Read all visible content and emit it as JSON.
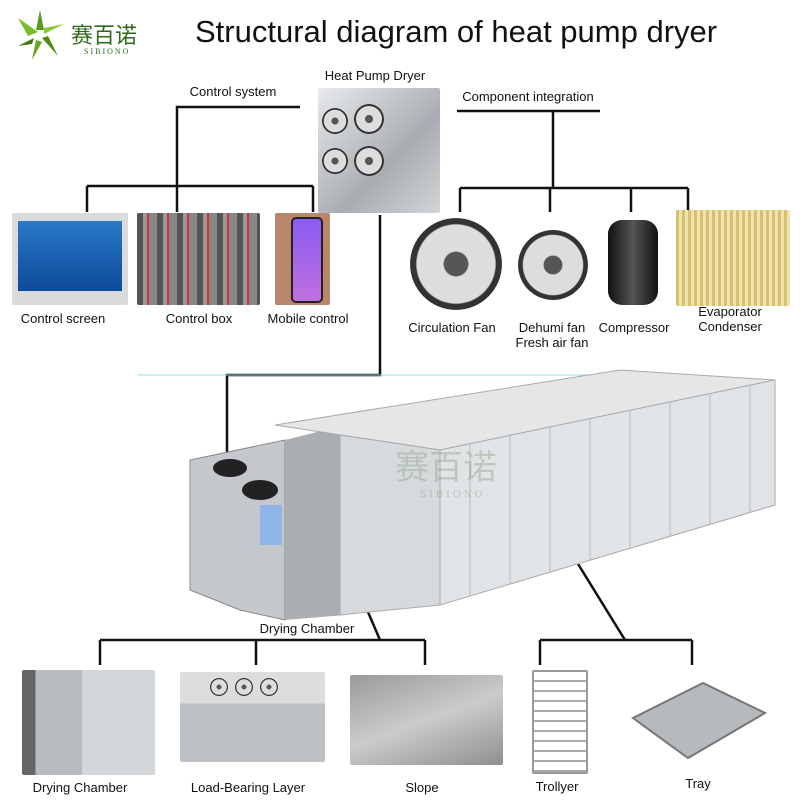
{
  "logo": {
    "brand_cn": "赛百诺",
    "brand_en": "SIBIONO",
    "color": "#5a9a1e"
  },
  "title": "Structural diagram of heat pump dryer",
  "top": {
    "heat_pump_label": "Heat  Pump Dryer",
    "control_system_label": "Control system",
    "component_integration_label": "Component integration"
  },
  "control_items": [
    {
      "label": "Control screen"
    },
    {
      "label": "Control box"
    },
    {
      "label": "Mobile control"
    }
  ],
  "components": [
    {
      "label": "Circulation Fan"
    },
    {
      "label": "Dehumi fan\nFresh air fan"
    },
    {
      "label": "Compressor"
    },
    {
      "label": "Evaporator\nCondenser"
    }
  ],
  "chamber_label": "Drying Chamber",
  "bottom_items": [
    {
      "label": "Drying Chamber"
    },
    {
      "label": "Load-Bearing Layer"
    },
    {
      "label": "Slope"
    },
    {
      "label": "Trollyer"
    },
    {
      "label": "Tray"
    }
  ],
  "watermark": {
    "brand_cn": "赛百诺",
    "brand_en": "SIBIONO"
  }
}
